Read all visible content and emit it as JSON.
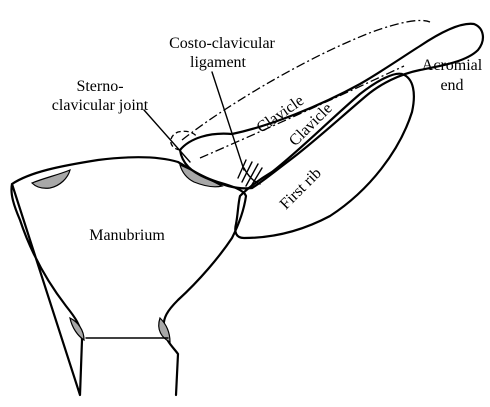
{
  "labels": {
    "costo_line1": "Costo-clavicular",
    "costo_line2": "ligament",
    "sterno_line1": "Sterno-",
    "sterno_line2": "clavicular joint",
    "acromial_line1": "Acromial",
    "acromial_line2": "end",
    "clavicle_upper": "Clavicle",
    "clavicle_lower": "Clavicle",
    "first_rib": "First rib",
    "manubrium": "Manubrium"
  }
}
